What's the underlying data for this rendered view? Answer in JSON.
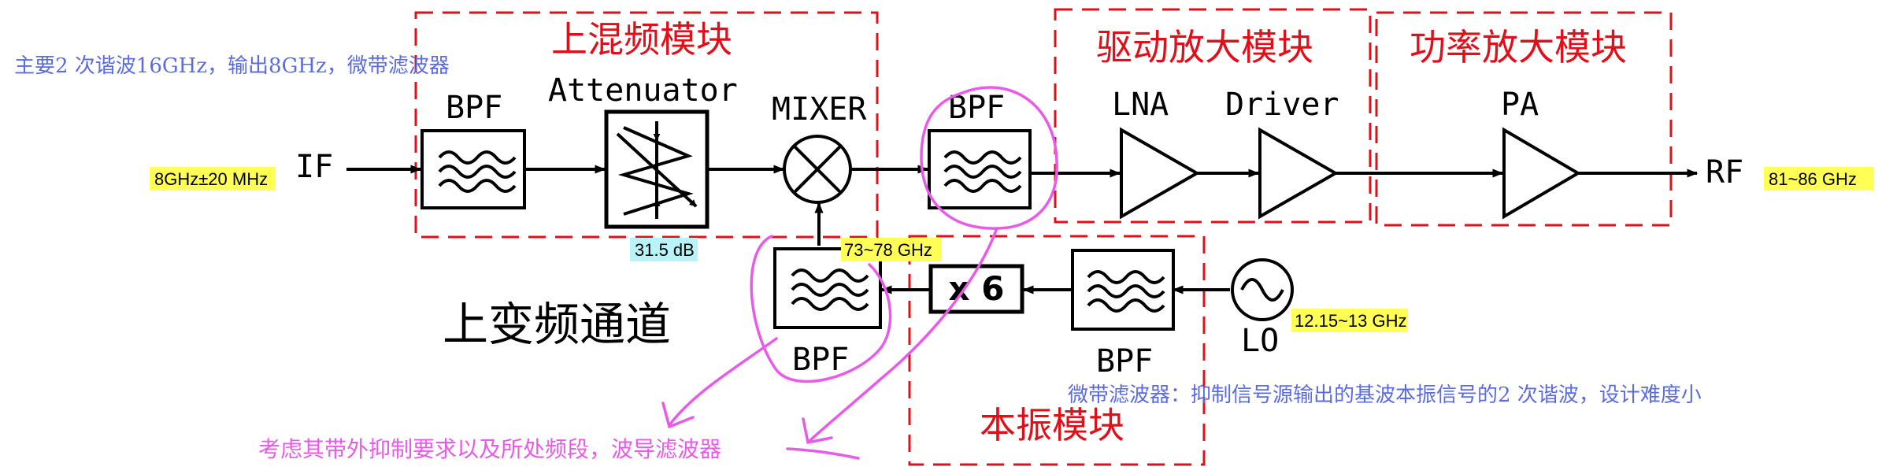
{
  "colors": {
    "stroke": "#000000",
    "module_border": "#e0101a",
    "module_title": "#e0101a",
    "note_blue": "#5b6be0",
    "annotation_magenta": "#e85ae8",
    "highlight_yellow": "#ffff55",
    "highlight_cyan": "#b8f3f7"
  },
  "modules": {
    "up_mixer": "上混频模块",
    "driver_amp": "驱动放大模块",
    "power_amp": "功率放大模块",
    "local_osc": "本振模块"
  },
  "blocks": {
    "bpf_1": "BPF",
    "attenuator": "Attenuator",
    "mixer": "MIXER",
    "bpf_2": "BPF",
    "lna": "LNA",
    "driver": "Driver",
    "pa": "PA",
    "bpf_3": "BPF",
    "bpf_4": "BPF",
    "multiplier": "x 6",
    "lo": "LO"
  },
  "ports": {
    "input": "IF",
    "output": "RF"
  },
  "values": {
    "if_freq": "8GHz±20 MHz",
    "rf_freq": "81~86 GHz",
    "attenuation": "31.5 dB",
    "mixer_lo_freq": "73~78 GHz",
    "lo_freq": "12.15~13 GHz"
  },
  "labels": {
    "channel_title": "上变频通道"
  },
  "notes": {
    "harmonic_note": "主要2 次谐波16GHz，输出8GHz，微带滤波器",
    "microstrip_note": "微带滤波器：抑制信号源输出的基波本振信号的2 次谐波，设计难度小",
    "waveguide_note": "考虑其带外抑制要求以及所处频段，波导滤波器"
  }
}
